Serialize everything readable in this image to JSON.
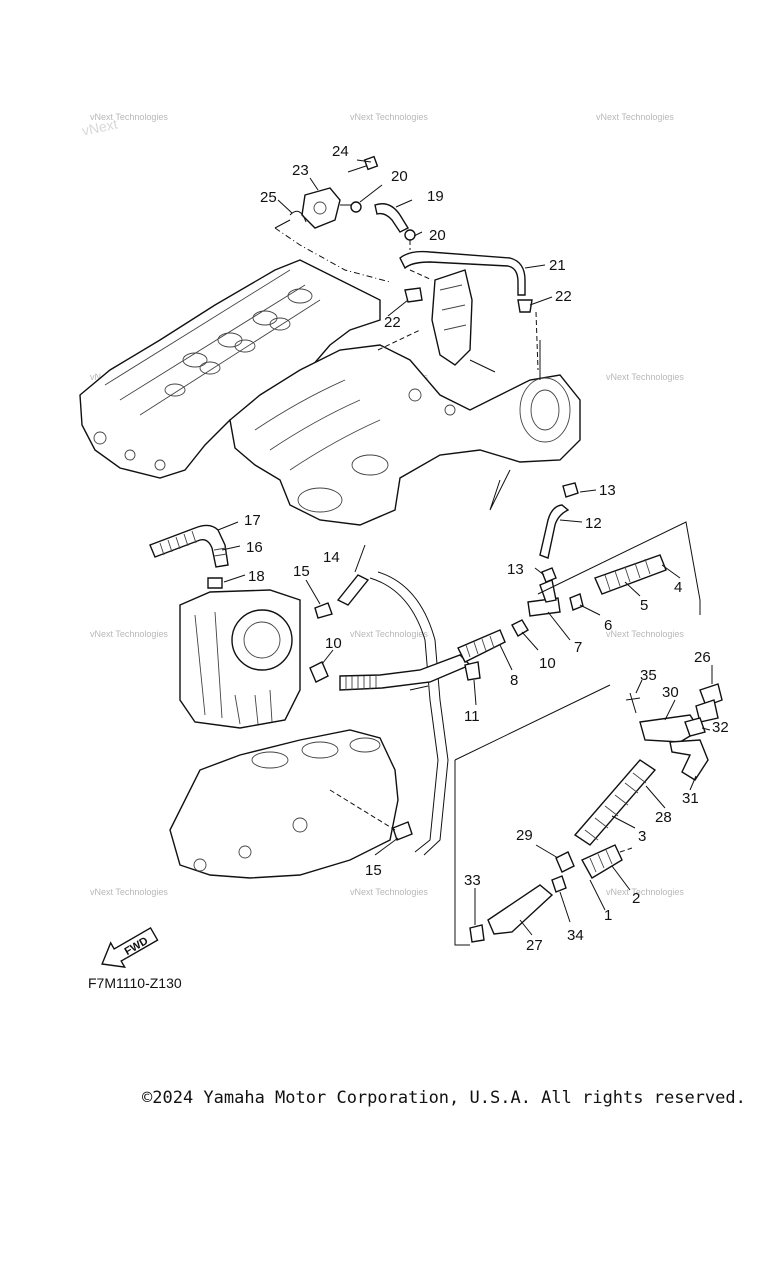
{
  "diagram": {
    "code": "F7M1110-Z130",
    "fwd_label": "FWD",
    "watermark_text": "vNext Technologies",
    "callouts": [
      "1",
      "2",
      "3",
      "4",
      "5",
      "6",
      "7",
      "8",
      "10",
      "10",
      "11",
      "12",
      "13",
      "13",
      "14",
      "15",
      "15",
      "16",
      "17",
      "18",
      "19",
      "20",
      "20",
      "21",
      "22",
      "22",
      "23",
      "24",
      "25",
      "26",
      "27",
      "28",
      "29",
      "30",
      "31",
      "32",
      "33",
      "34",
      "35"
    ]
  },
  "footer": {
    "copyright": "©2024 Yamaha Motor Corporation, U.S.A. All rights reserved."
  }
}
